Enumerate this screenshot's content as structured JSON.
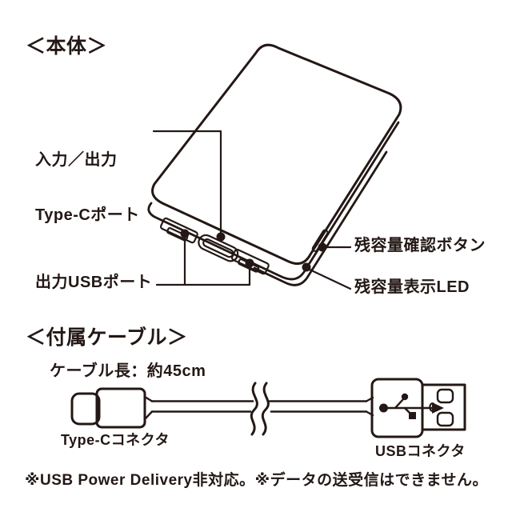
{
  "colors": {
    "ink": "#231815",
    "background": "#ffffff"
  },
  "body_section": {
    "title": "＜本体＞",
    "labels": {
      "typec_port_line1": "入力／出力",
      "typec_port_line2": "Type-Cポート",
      "usb_ports": "出力USBポート",
      "capacity_check_button": "残容量確認ボタン",
      "capacity_led": "残容量表示LED"
    }
  },
  "cable_section": {
    "title": "＜付属ケーブル＞",
    "cable_length": "ケーブル長：約45cm",
    "typec_connector": "Type-Cコネクタ",
    "usb_connector": "USBコネクタ"
  },
  "footnote": "※USB Power Delivery非対応。※データの送受信はできません。"
}
